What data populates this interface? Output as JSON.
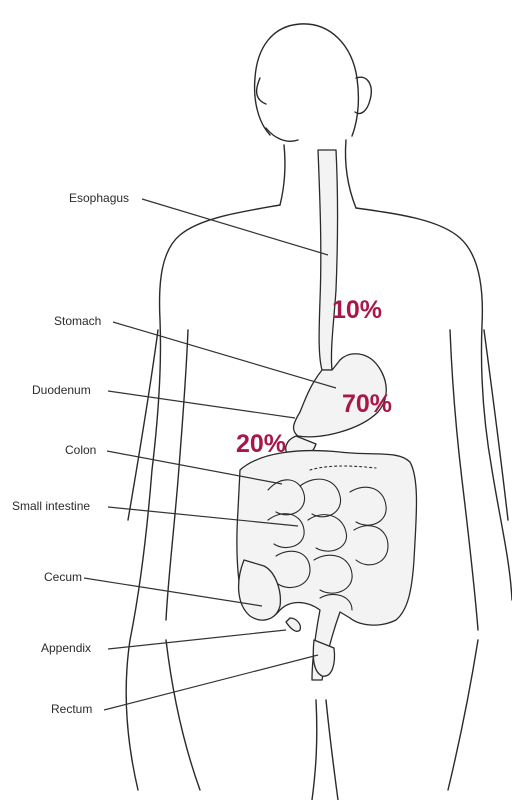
{
  "labels": {
    "esophagus": "Esophagus",
    "stomach": "Stomach",
    "duodenum": "Duodenum",
    "colon": "Colon",
    "small_intestine": "Small intestine",
    "cecum": "Cecum",
    "appendix": "Appendix",
    "rectum": "Rectum"
  },
  "percentages": {
    "esophagus": "10%",
    "stomach": "70%",
    "duodenum": "20%"
  },
  "colors": {
    "percent": "#a8174a",
    "outline": "#2a2a2a",
    "leader": "#333333"
  }
}
